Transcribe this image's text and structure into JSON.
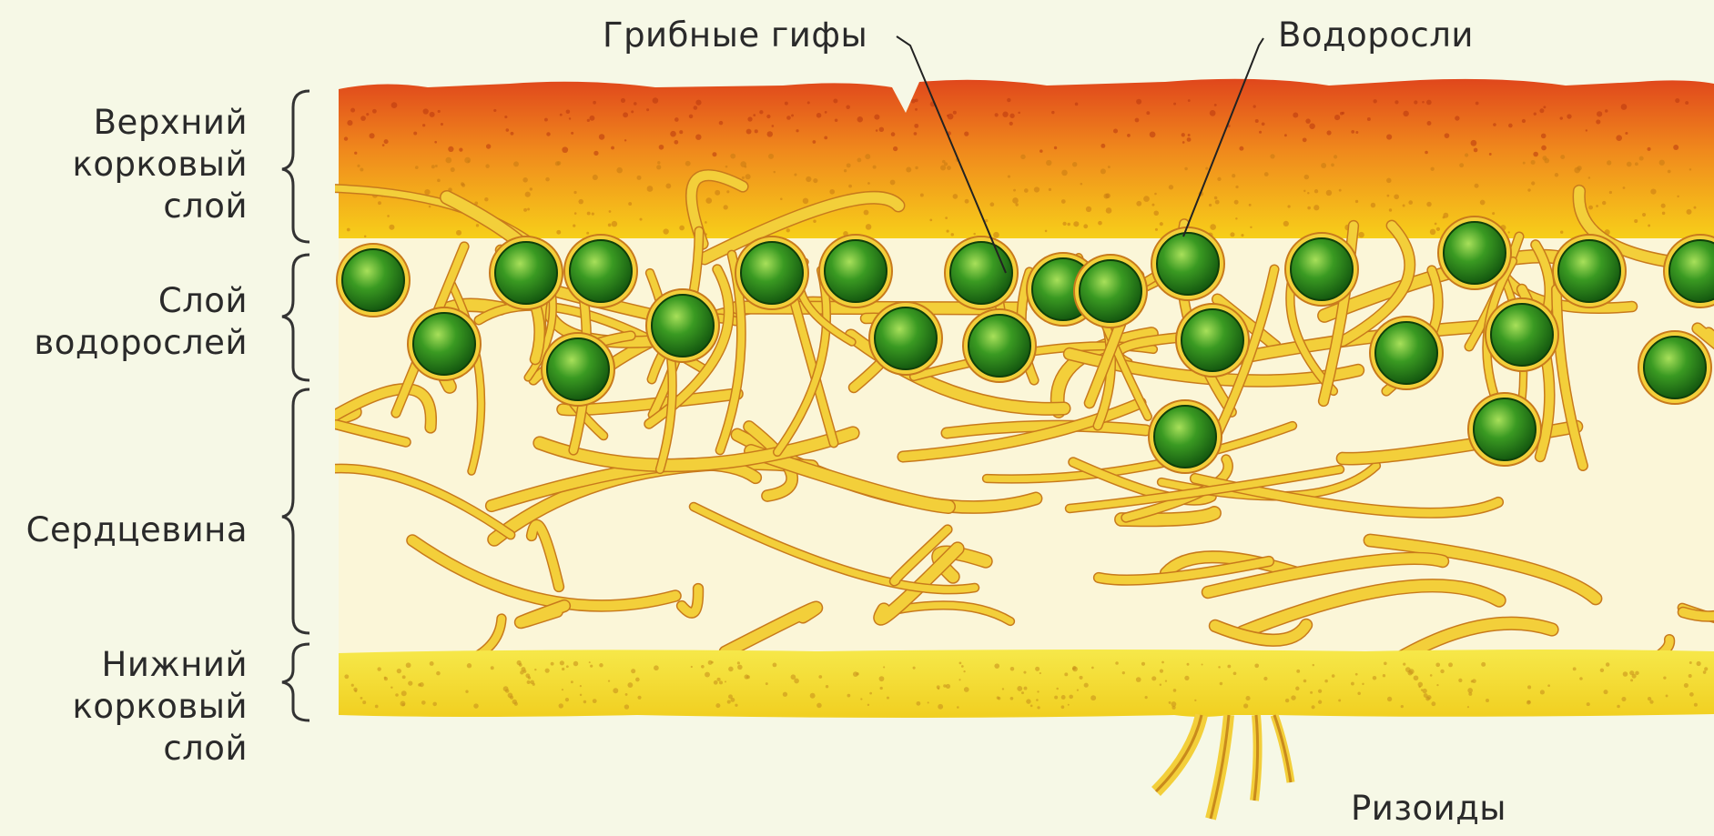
{
  "labels": {
    "top": {
      "hyphae": "Грибные гифы",
      "algae": "Водоросли"
    },
    "left": {
      "upper_cortex": [
        "Верхний",
        "корковый",
        "слой"
      ],
      "algal_layer": [
        "Слой",
        "водорослей"
      ],
      "medulla": [
        "Сердцевина"
      ],
      "lower_cortex": [
        "Нижний",
        "корковый",
        "слой"
      ]
    },
    "bottom": {
      "rhizoids": "Ризоиды"
    }
  },
  "colors": {
    "background": "#f6f8e6",
    "upper_cortex_top": "#e0471c",
    "upper_cortex_bottom": "#f7d11a",
    "hyphae": "#f3cf3a",
    "hyphae_outline": "#c87a1c",
    "algae": "#2c8a1c",
    "lower_cortex": "#f4df35"
  }
}
